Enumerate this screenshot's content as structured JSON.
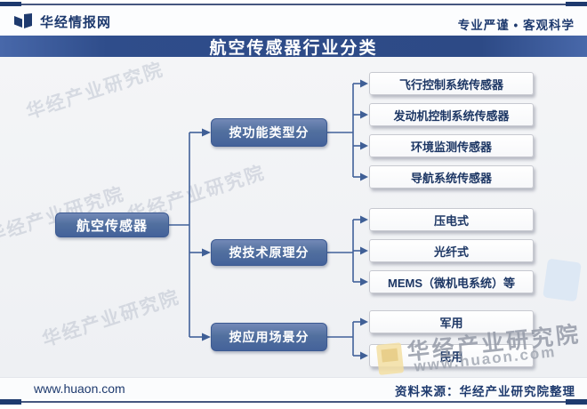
{
  "header": {
    "brand": "华经情报网",
    "tagline": "专业严谨 • 客观科学"
  },
  "banner": {
    "title": "航空传感器行业分类"
  },
  "tree": {
    "root": {
      "label": "航空传感器"
    },
    "branches": [
      {
        "label": "按功能类型分",
        "children": [
          "飞行控制系统传感器",
          "发动机控制系统传感器",
          "环境监测传感器",
          "导航系统传感器"
        ]
      },
      {
        "label": "按技术原理分",
        "children": [
          "压电式",
          "光纤式",
          "MEMS（微机电系统）等"
        ]
      },
      {
        "label": "按应用场景分",
        "children": [
          "军用",
          "民用"
        ]
      }
    ]
  },
  "watermarks": {
    "diagonal_text": "华经产业研究院",
    "corner_text": "华经产业研究院",
    "corner_url": "www.huaon.com"
  },
  "footer": {
    "site": "www.huaon.com",
    "source": "资料来源：华经产业研究院整理"
  },
  "colors": {
    "banner_blue": "#2d4a86",
    "box_blue": "#52709f",
    "navy_text": "#1e3a6e",
    "connector": "#41619a",
    "leaf_text": "#1c3664"
  }
}
